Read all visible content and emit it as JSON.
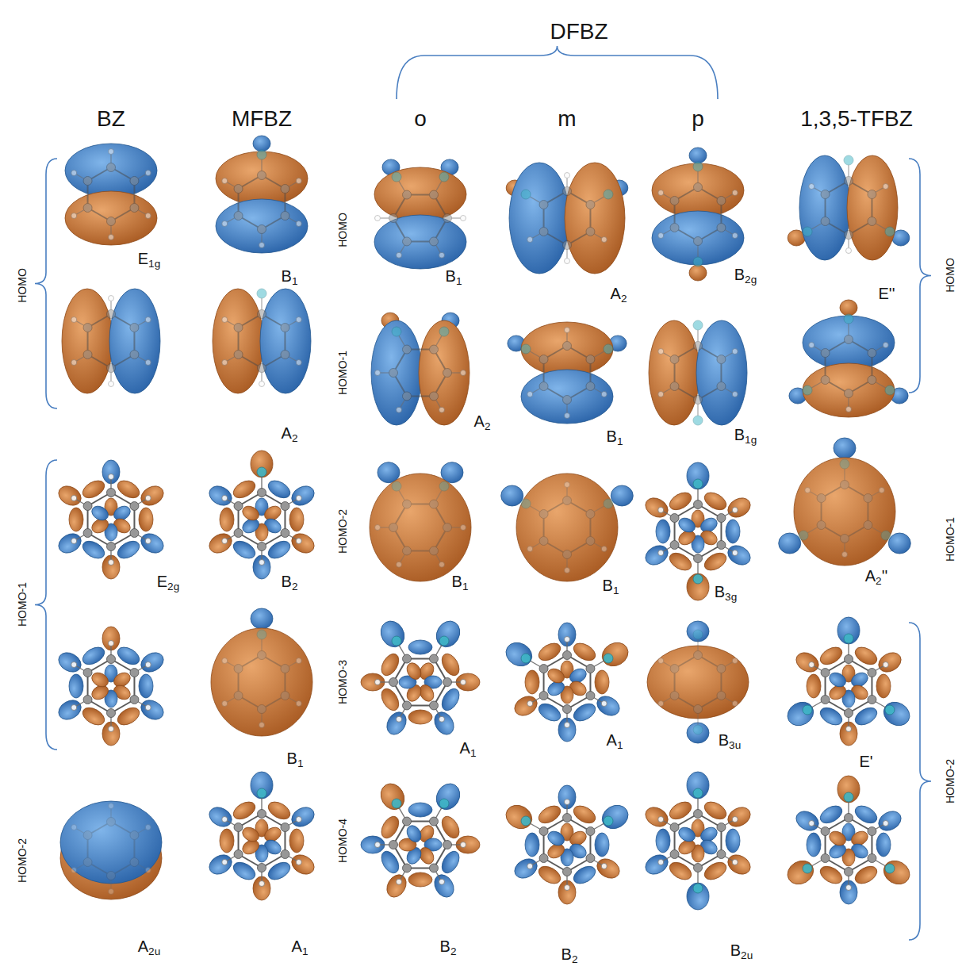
{
  "diagram": {
    "labels": [
      "DFBZ",
      "BZ",
      "MFBZ",
      "o",
      "m",
      "p",
      "1,3,5-TFBZ",
      "HOMO",
      "HOMO",
      "HOMO",
      "E1g",
      "B1",
      "B1",
      "A2",
      "B2g",
      "E''",
      "HOMO-1",
      "A2",
      "A2",
      "B1",
      "B1g",
      "HOMO-1",
      "E2g",
      "B2",
      "HOMO-2",
      "B1",
      "B1",
      "B3g",
      "A2''",
      "HOMO-1",
      "HOMO-3",
      "B1",
      "A1",
      "A1",
      "B3u",
      "E'",
      "HOMO-2",
      "HOMO-2",
      "HOMO-4",
      "A2u",
      "A1",
      "B2",
      "B2",
      "B2u"
    ]
  }
}
